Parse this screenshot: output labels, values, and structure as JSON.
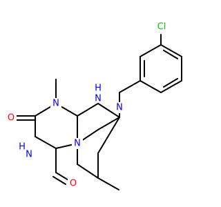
{
  "molecule": {
    "colors": {
      "bond": "#000000",
      "carbon": "#000000",
      "nitrogen": "#0000FF",
      "oxygen": "#FF0000",
      "chlorine": "#00CC00"
    },
    "atoms": {
      "cl": "Cl",
      "n_aryl": "N",
      "nh_bridge": "H",
      "nh_bridge_n": "N",
      "n_methyl": "N",
      "n_imide": "N",
      "nh_imide_h": "H",
      "n_fused": "N",
      "o_top": "O",
      "o_bottom": "O"
    }
  }
}
